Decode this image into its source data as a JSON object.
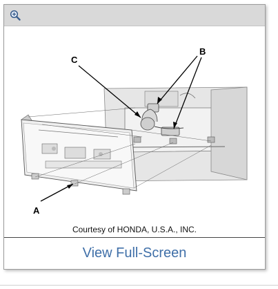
{
  "toolbar": {
    "zoom_icon": "zoom-in-icon"
  },
  "figure": {
    "callouts": {
      "a": "A",
      "b": "B",
      "c": "C"
    },
    "credit": "Courtesy of HONDA, U.S.A., INC."
  },
  "actions": {
    "view_full_screen": "View Full-Screen"
  },
  "colors": {
    "link": "#3f6fa8",
    "toolbar_bg": "#d9d9d9",
    "border": "#9a9a9a"
  }
}
